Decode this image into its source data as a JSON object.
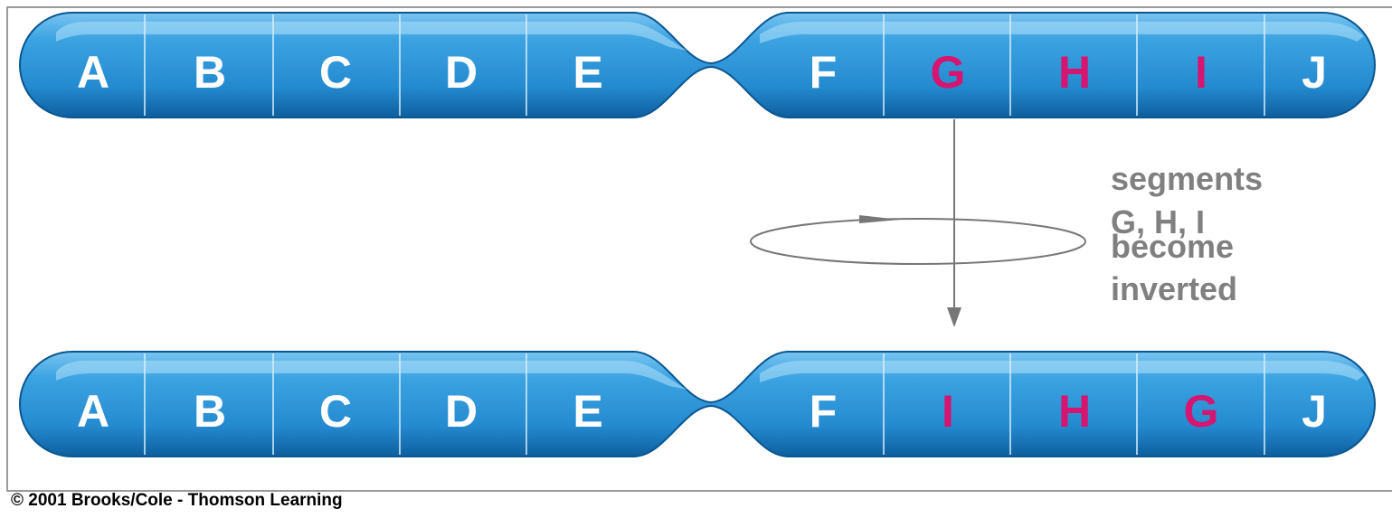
{
  "diagram": {
    "original_chromosome": {
      "segments": [
        {
          "label": "A",
          "highlighted": false
        },
        {
          "label": "B",
          "highlighted": false
        },
        {
          "label": "C",
          "highlighted": false
        },
        {
          "label": "D",
          "highlighted": false
        },
        {
          "label": "E",
          "highlighted": false
        },
        {
          "label": "F",
          "highlighted": false
        },
        {
          "label": "G",
          "highlighted": true
        },
        {
          "label": "H",
          "highlighted": true
        },
        {
          "label": "I",
          "highlighted": true
        },
        {
          "label": "J",
          "highlighted": false
        }
      ]
    },
    "inverted_chromosome": {
      "segments": [
        {
          "label": "A",
          "highlighted": false
        },
        {
          "label": "B",
          "highlighted": false
        },
        {
          "label": "C",
          "highlighted": false
        },
        {
          "label": "D",
          "highlighted": false
        },
        {
          "label": "E",
          "highlighted": false
        },
        {
          "label": "F",
          "highlighted": false
        },
        {
          "label": "I",
          "highlighted": true
        },
        {
          "label": "H",
          "highlighted": true
        },
        {
          "label": "G",
          "highlighted": true
        },
        {
          "label": "J",
          "highlighted": false
        }
      ]
    },
    "annotation": {
      "lines": [
        "segments",
        "G, H, I",
        "become",
        "inverted"
      ]
    },
    "copyright": "© 2001 Brooks/Cole - Thomson Learning"
  },
  "colors": {
    "chromosome_fill": "#2f94d6",
    "chromosome_light": "#8fd0f5",
    "chromosome_dark": "#0f5f9c",
    "normal_label": "#ffffff",
    "highlight_label": "#d5156f",
    "annotation_text": "#808080",
    "arrow": "#777777",
    "border": "#999999"
  }
}
